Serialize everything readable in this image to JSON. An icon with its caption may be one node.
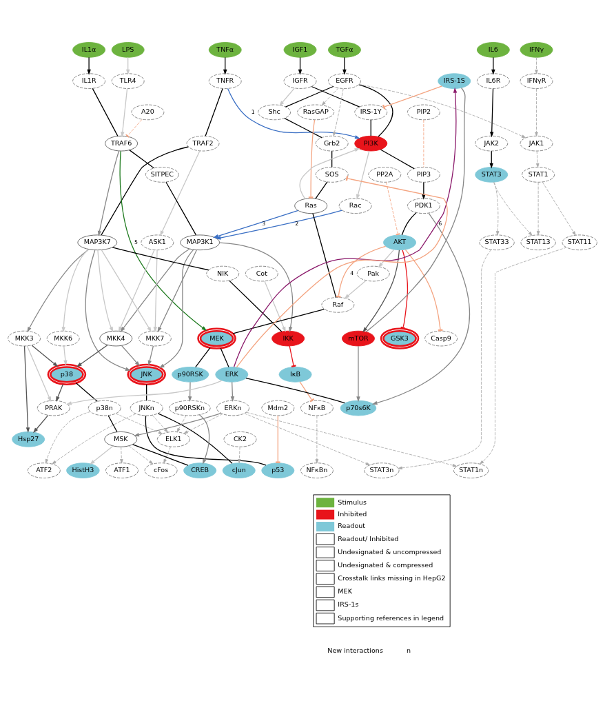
{
  "diagram": {
    "nodes": [
      {
        "text": [
          "LPS"
        ]
      },
      {
        "text": [
          "TNFα"
        ]
      },
      {
        "text": [
          "IL1α"
        ]
      },
      {
        "text": [
          "IGF1"
        ]
      },
      {
        "text": [
          "TGFα"
        ]
      },
      {
        "text": [
          "IFNγ"
        ]
      },
      {
        "text": [
          "IL6"
        ]
      },
      {
        "text": [
          "TLR4"
        ]
      },
      {
        "text": [
          "TNFR"
        ]
      },
      {
        "text": [
          "IL1R"
        ]
      },
      {
        "text": [
          "IGFR"
        ]
      },
      {
        "text": [
          "EGFR"
        ]
      },
      {
        "text": [
          "IRS-1S"
        ]
      },
      {
        "text": [
          "IFNγR"
        ]
      },
      {
        "text": [
          "IL6R"
        ]
      },
      {
        "text": [
          "A20"
        ]
      },
      {
        "text": [
          "Shc"
        ]
      },
      {
        "text": [
          "RasGAP"
        ]
      },
      {
        "text": [
          "PIP2"
        ]
      },
      {
        "text": [
          "IRS-1Y"
        ]
      },
      {
        "text": [
          "TRAF2"
        ]
      },
      {
        "text": [
          "TRAF6"
        ]
      },
      {
        "text": [
          "PI3K"
        ]
      },
      {
        "text": [
          "Grb2"
        ]
      },
      {
        "text": [
          "JAK1"
        ]
      },
      {
        "text": [
          "JAK2"
        ]
      },
      {
        "text": [
          "SITPEC"
        ]
      },
      {
        "text": [
          "SOS"
        ]
      },
      {
        "text": [
          "PP2A"
        ]
      },
      {
        "text": [
          "PIP3"
        ]
      },
      {
        "text": [
          "STAT1"
        ]
      },
      {
        "text": [
          "STAT3"
        ]
      },
      {
        "text": [
          "Rac"
        ]
      },
      {
        "text": [
          "Ras"
        ]
      },
      {
        "text": [
          "PDK1"
        ]
      },
      {
        "text": [
          "ASK1"
        ]
      },
      {
        "text": [
          "MAP3K1"
        ]
      },
      {
        "text": [
          "MAP3K7"
        ]
      },
      {
        "text": [
          "AKT"
        ]
      },
      {
        "text": [
          "STAT11"
        ]
      },
      {
        "text": [
          "STAT13"
        ]
      },
      {
        "text": [
          "STAT33"
        ]
      },
      {
        "text": [
          "NIK"
        ]
      },
      {
        "text": [
          "Pak"
        ]
      },
      {
        "text": [
          "Cot"
        ]
      },
      {
        "text": [
          "Raf"
        ]
      },
      {
        "text": [
          "MKK7"
        ]
      },
      {
        "text": [
          "MKK4"
        ]
      },
      {
        "text": [
          "MKK3"
        ]
      },
      {
        "text": [
          "MKK6"
        ]
      },
      {
        "text": [
          "IKK"
        ]
      },
      {
        "text": [
          "GSK3"
        ]
      },
      {
        "text": [
          "Casp9"
        ]
      },
      {
        "text": [
          "MEK"
        ]
      },
      {
        "text": [
          "mTOR"
        ]
      },
      {
        "text": [
          "JNK"
        ]
      },
      {
        "text": [
          "p38"
        ]
      },
      {
        "text": [
          "IκB"
        ]
      },
      {
        "text": [
          "p90RSK"
        ]
      },
      {
        "text": [
          "ERK"
        ]
      },
      {
        "text": [
          "Mdm2"
        ]
      },
      {
        "text": [
          "JNKn"
        ]
      },
      {
        "text": [
          "PRAK"
        ]
      },
      {
        "text": [
          "NFκB"
        ]
      },
      {
        "text": [
          "p38n"
        ]
      },
      {
        "text": [
          "p90RSKn"
        ]
      },
      {
        "text": [
          "ERKn"
        ]
      },
      {
        "text": [
          "p70s6K"
        ]
      },
      {
        "text": [
          "CK2"
        ]
      },
      {
        "text": [
          "Hsp27"
        ]
      },
      {
        "text": [
          "ELK1"
        ]
      },
      {
        "text": [
          "MSK"
        ]
      },
      {
        "text": [
          "p53"
        ]
      },
      {
        "text": [
          "ATF2"
        ]
      },
      {
        "text": [
          "cJun"
        ]
      },
      {
        "text": [
          "NFκBn"
        ]
      },
      {
        "text": [
          "cFos"
        ]
      },
      {
        "text": [
          "HistH3"
        ]
      },
      {
        "text": [
          "ATF1"
        ]
      },
      {
        "text": [
          "CREB"
        ]
      },
      {
        "text": [
          "STAT1n"
        ]
      },
      {
        "text": [
          "STAT3n"
        ]
      }
    ],
    "edges": [
      {
        "from": 0,
        "to": 7,
        "arrow": "to",
        "color": "#c8c8c8"
      },
      {
        "from": 1,
        "to": 8,
        "arrow": "to"
      },
      {
        "from": 2,
        "to": 9,
        "arrow": "to"
      },
      {
        "from": 3,
        "to": 10,
        "arrow": "to"
      },
      {
        "from": 4,
        "to": 11,
        "arrow": "to"
      },
      {
        "from": 5,
        "to": 13,
        "arrow": "to",
        "style": "dashed",
        "color": "#aaaaaa"
      },
      {
        "from": 6,
        "to": 14,
        "arrow": "to"
      },
      {
        "from": 7,
        "to": 21,
        "arrow": "to",
        "color": "#c8c8c8"
      },
      {
        "from": 8,
        "to": 20,
        "arrow": "none"
      },
      {
        "from": 8,
        "to": 22,
        "label": "1",
        "arrow": "to",
        "color": "#3a6fc4"
      },
      {
        "from": 9,
        "to": 21,
        "arrow": "none"
      },
      {
        "from": 15,
        "to": 21,
        "arrow": "other",
        "style": "dashed",
        "color": "#f4a582"
      },
      {
        "from": 10,
        "to": 19,
        "arrow": "none"
      },
      {
        "from": 10,
        "to": 16,
        "arrow": "to",
        "color": "#c8c8c8"
      },
      {
        "from": 11,
        "to": 16,
        "arrow": "none"
      },
      {
        "from": 11,
        "to": 22,
        "arrow": "none"
      },
      {
        "from": 11,
        "to": 17,
        "arrow": "to",
        "style": "dashed",
        "color": "#aaaaaa"
      },
      {
        "from": 11,
        "to": 23,
        "arrow": "to",
        "style": "dashed",
        "color": "#aaaaaa"
      },
      {
        "from": 11,
        "to": 24,
        "arrow": "to",
        "style": "dashed",
        "color": "#aaaaaa"
      },
      {
        "from": 12,
        "to": 19,
        "arrow": "other",
        "color": "#f4a582"
      },
      {
        "from": 54,
        "to": 12,
        "arrow": "none",
        "color": "#888888"
      },
      {
        "from": 59,
        "to": 12,
        "label": "6",
        "arrow": "to",
        "color": "#8b1a6b"
      },
      {
        "from": 17,
        "to": 33,
        "arrow": "other",
        "color": "#f4a582"
      },
      {
        "from": 18,
        "to": 29,
        "arrow": "none",
        "style": "dashed",
        "color": "#f4a582"
      },
      {
        "from": 16,
        "to": 23,
        "arrow": "none"
      },
      {
        "from": 19,
        "to": 22,
        "arrow": "none"
      },
      {
        "from": 22,
        "to": 29,
        "arrow": "none"
      },
      {
        "from": 23,
        "to": 27,
        "arrow": "none"
      },
      {
        "from": 27,
        "to": 33,
        "arrow": "none"
      },
      {
        "from": 59,
        "to": 27,
        "arrow": "other",
        "color": "#f4a582"
      },
      {
        "from": 28,
        "to": 38,
        "arrow": "other",
        "style": "dashed",
        "color": "#f4a582"
      },
      {
        "from": 29,
        "to": 34,
        "arrow": "to"
      },
      {
        "from": 34,
        "to": 38,
        "arrow": "none"
      },
      {
        "from": 34,
        "to": 67,
        "arrow": "to",
        "color": "#888888"
      },
      {
        "from": 33,
        "to": 22,
        "arrow": "to",
        "color": "#c8c8c8"
      },
      {
        "from": 22,
        "to": 32,
        "arrow": "to",
        "color": "#c8c8c8"
      },
      {
        "from": 33,
        "to": 45,
        "arrow": "none"
      },
      {
        "from": 32,
        "to": 36,
        "label": "2",
        "arrow": "to",
        "color": "#3a6fc4"
      },
      {
        "from": 33,
        "to": 36,
        "label": "3",
        "arrow": "to",
        "color": "#3a6fc4"
      },
      {
        "from": 20,
        "to": 37,
        "arrow": "none"
      },
      {
        "from": 20,
        "to": 35,
        "arrow": "to",
        "color": "#c8c8c8"
      },
      {
        "from": 21,
        "to": 26,
        "arrow": "none"
      },
      {
        "from": 26,
        "to": 36,
        "arrow": "none"
      },
      {
        "from": 21,
        "to": 37,
        "arrow": "to",
        "color": "#888888"
      },
      {
        "from": 21,
        "to": 53,
        "label": "5",
        "arrow": "to",
        "color": "#1e7a1e"
      },
      {
        "from": 36,
        "to": 46,
        "arrow": "to",
        "color": "#888888"
      },
      {
        "from": 36,
        "to": 47,
        "arrow": "to",
        "color": "#888888"
      },
      {
        "from": 36,
        "to": 55,
        "arrow": "to",
        "color": "#888888"
      },
      {
        "from": 36,
        "to": 50,
        "arrow": "to",
        "color": "#888888"
      },
      {
        "from": 37,
        "to": 46,
        "arrow": "to",
        "color": "#c8c8c8"
      },
      {
        "from": 37,
        "to": 47,
        "arrow": "to",
        "color": "#c8c8c8"
      },
      {
        "from": 37,
        "to": 48,
        "arrow": "to",
        "color": "#888888"
      },
      {
        "from": 37,
        "to": 55,
        "arrow": "to",
        "color": "#888888"
      },
      {
        "from": 37,
        "to": 42,
        "arrow": "none"
      },
      {
        "from": 37,
        "to": 49,
        "arrow": "to",
        "color": "#c8c8c8"
      },
      {
        "from": 35,
        "to": 46,
        "arrow": "to",
        "color": "#c8c8c8"
      },
      {
        "from": 35,
        "to": 47,
        "arrow": "to",
        "color": "#c8c8c8"
      },
      {
        "from": 42,
        "to": 50,
        "arrow": "none"
      },
      {
        "from": 44,
        "to": 50,
        "arrow": "to",
        "color": "#c8c8c8"
      },
      {
        "from": 50,
        "to": 57,
        "arrow": "other",
        "color": "#e8141b"
      },
      {
        "from": 38,
        "to": 51,
        "arrow": "other",
        "color": "#e8141b"
      },
      {
        "from": 38,
        "to": 52,
        "arrow": "other",
        "color": "#f4a582"
      },
      {
        "from": 38,
        "to": 45,
        "label": "4",
        "arrow": "other",
        "color": "#f4a582"
      },
      {
        "from": 38,
        "to": 43,
        "arrow": "to",
        "color": "#c8c8c8"
      },
      {
        "from": 43,
        "to": 45,
        "arrow": "to",
        "color": "#c8c8c8"
      },
      {
        "from": 38,
        "to": 54,
        "arrow": "to",
        "color": "#555555"
      },
      {
        "from": 45,
        "to": 53,
        "arrow": "none"
      },
      {
        "from": 53,
        "to": 59,
        "arrow": "none"
      },
      {
        "from": 53,
        "to": 58,
        "arrow": "none"
      },
      {
        "from": 54,
        "to": 67,
        "arrow": "to",
        "color": "#888888"
      },
      {
        "from": 59,
        "to": 67,
        "arrow": "none"
      },
      {
        "from": 59,
        "to": 66,
        "arrow": "to",
        "color": "#888888"
      },
      {
        "from": 58,
        "to": 65,
        "arrow": "to",
        "color": "#888888"
      },
      {
        "from": 59,
        "to": 62,
        "arrow": "to",
        "color": "#c8c8c8"
      },
      {
        "from": 46,
        "to": 55,
        "arrow": "to",
        "color": "#888888"
      },
      {
        "from": 47,
        "to": 55,
        "arrow": "to",
        "color": "#888888"
      },
      {
        "from": 47,
        "to": 56,
        "arrow": "to",
        "color": "#555555"
      },
      {
        "from": 48,
        "to": 56,
        "arrow": "to",
        "color": "#555555"
      },
      {
        "from": 49,
        "to": 56,
        "arrow": "to",
        "color": "#c8c8c8"
      },
      {
        "from": 48,
        "to": 69,
        "arrow": "to",
        "color": "#555555"
      },
      {
        "from": 48,
        "to": 62,
        "arrow": "to",
        "color": "#c8c8c8"
      },
      {
        "from": 55,
        "to": 61,
        "arrow": "none"
      },
      {
        "from": 56,
        "to": 62,
        "arrow": "to",
        "color": "#555555"
      },
      {
        "from": 56,
        "to": 64,
        "arrow": "none"
      },
      {
        "from": 62,
        "to": 69,
        "arrow": "to",
        "color": "#555555"
      },
      {
        "from": 57,
        "to": 63,
        "arrow": "other",
        "color": "#f4a582"
      },
      {
        "from": 60,
        "to": 72,
        "arrow": "other",
        "color": "#f4a582"
      },
      {
        "from": 61,
        "to": 72,
        "arrow": "none"
      },
      {
        "from": 61,
        "to": 74,
        "arrow": "none"
      },
      {
        "from": 61,
        "to": 73,
        "arrow": "to",
        "style": "dashed",
        "color": "#aaaaaa"
      },
      {
        "from": 61,
        "to": 70,
        "arrow": "to",
        "style": "dashed",
        "color": "#aaaaaa"
      },
      {
        "from": 68,
        "to": 74,
        "arrow": "to",
        "style": "dashed",
        "color": "#aaaaaa"
      },
      {
        "from": 63,
        "to": 75,
        "arrow": "to",
        "style": "dashed",
        "color": "#aaaaaa"
      },
      {
        "from": 64,
        "to": 70,
        "arrow": "to",
        "style": "dashed",
        "color": "#aaaaaa"
      },
      {
        "from": 64,
        "to": 71,
        "arrow": "none"
      },
      {
        "from": 64,
        "to": 73,
        "arrow": "to",
        "style": "dashed",
        "color": "#aaaaaa"
      },
      {
        "from": 70,
        "to": 76,
        "arrow": "to",
        "style": "dashed",
        "color": "#aaaaaa"
      },
      {
        "from": 65,
        "to": 70,
        "arrow": "to",
        "style": "dashed",
        "color": "#aaaaaa"
      },
      {
        "from": 66,
        "to": 70,
        "arrow": "to",
        "style": "dashed",
        "color": "#aaaaaa"
      },
      {
        "from": 71,
        "to": 77,
        "arrow": "to",
        "color": "#c8c8c8"
      },
      {
        "from": 71,
        "to": 78,
        "arrow": "to",
        "style": "dashed",
        "color": "#aaaaaa"
      },
      {
        "from": 71,
        "to": 79,
        "arrow": "none"
      },
      {
        "from": 71,
        "to": 76,
        "arrow": "to",
        "style": "dashed",
        "color": "#aaaaaa"
      },
      {
        "from": 66,
        "to": 71,
        "arrow": "to",
        "color": "#888888"
      },
      {
        "from": 65,
        "to": 79,
        "arrow": "to",
        "color": "#888888"
      },
      {
        "from": 66,
        "to": 80,
        "arrow": "to",
        "style": "dashed",
        "color": "#aaaaaa"
      },
      {
        "from": 66,
        "to": 81,
        "arrow": "to",
        "style": "dashed",
        "color": "#aaaaaa"
      },
      {
        "from": 13,
        "to": 24,
        "arrow": "to",
        "style": "dashed",
        "color": "#aaaaaa"
      },
      {
        "from": 24,
        "to": 30,
        "arrow": "to",
        "style": "dashed",
        "color": "#aaaaaa"
      },
      {
        "from": 14,
        "to": 25,
        "arrow": "to"
      },
      {
        "from": 25,
        "to": 31,
        "arrow": "to"
      },
      {
        "from": 30,
        "to": 39,
        "arrow": "to",
        "style": "dashed",
        "color": "#aaaaaa"
      },
      {
        "from": 30,
        "to": 40,
        "arrow": "to",
        "style": "dashed",
        "color": "#aaaaaa"
      },
      {
        "from": 31,
        "to": 40,
        "arrow": "to",
        "style": "dashed",
        "color": "#aaaaaa"
      },
      {
        "from": 31,
        "to": 41,
        "arrow": "to",
        "style": "dashed",
        "color": "#aaaaaa"
      },
      {
        "from": 39,
        "to": 80,
        "arrow": "to",
        "style": "dashed",
        "color": "#aaaaaa"
      },
      {
        "from": 41,
        "to": 81,
        "arrow": "to",
        "style": "dashed",
        "color": "#aaaaaa"
      }
    ],
    "labels": [
      "New interactions",
      "n"
    ],
    "legend": [
      {
        "text": "Stimulus",
        "color": "#6db33f"
      },
      {
        "text": "Inhibited",
        "color": "#e8141b"
      },
      {
        "text": "Readout",
        "color": "#7ec8d8"
      },
      {
        "text": "Readout/ Inhibited"
      },
      {
        "text": "Undesignated & uncompressed"
      },
      {
        "text": "Undesignated & compressed"
      },
      {
        "text": "Crosstalk links missing in HepG2"
      },
      {
        "text": "MEK"
      },
      {
        "text": "IRS-1s"
      },
      {
        "text": "Supporting references in legend"
      }
    ]
  }
}
